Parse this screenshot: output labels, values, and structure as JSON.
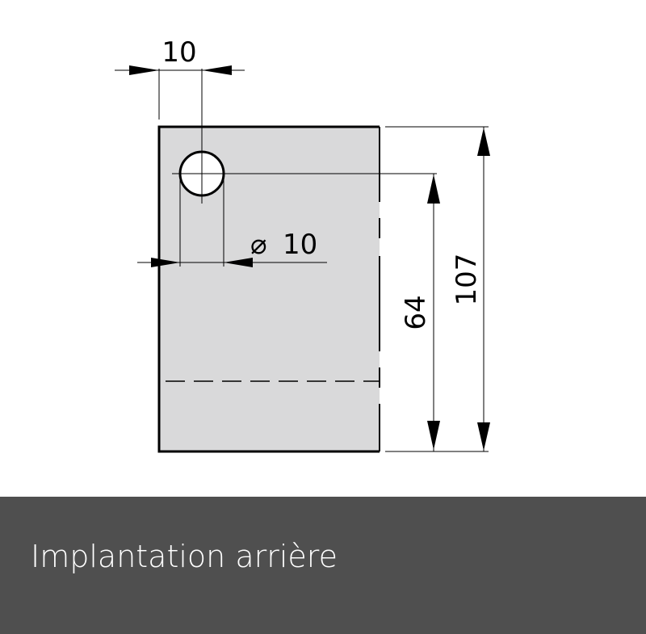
{
  "caption": {
    "label": "Implantation arrière"
  },
  "dimensions": {
    "top_offset": "10",
    "hole_diameter_symbol": "⌀",
    "hole_diameter": "10",
    "hole_height": "64",
    "total_height": "107"
  },
  "colors": {
    "plate_fill": "#d9d9da",
    "line": "#000000",
    "caption_bg": "#4f4f4f",
    "caption_text": "#ffffff"
  }
}
